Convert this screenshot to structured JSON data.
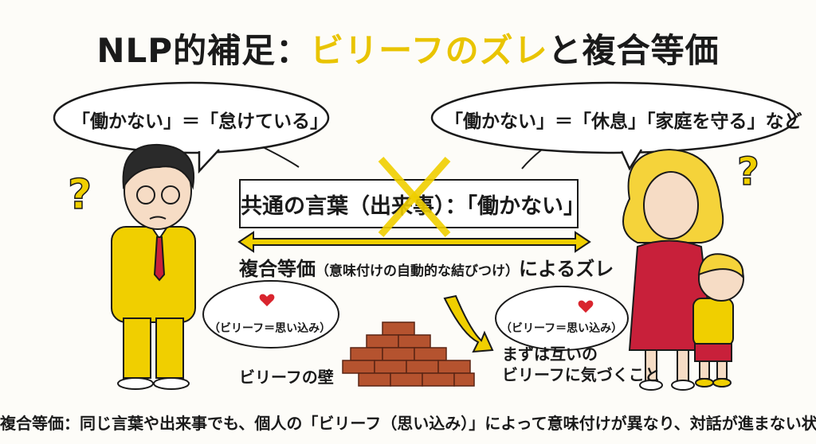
{
  "title": {
    "prefix": "NLP的補足：",
    "highlight": "ビリーフのズレ",
    "suffix": "と複合等価"
  },
  "left_speech": "「働かない」＝「怠けている」",
  "right_speech": "「働かない」＝「休息」「家庭を守る」など",
  "center_box": "共通の言葉（出来事）：「働かない」",
  "mismatch": {
    "main": "複合等価",
    "note": "（意味付けの自動的な結びつけ）",
    "tail": "によるズレ"
  },
  "left_thought": "（ビリーフ＝思い込み）",
  "right_thought": "（ビリーフ＝思い込み）",
  "wall_label": "ビリーフの壁",
  "advice": {
    "line1": "まずは互いの",
    "line2": "ビリーフに気づくこと"
  },
  "footer": "複合等価：同じ言葉や出来事でも、個人の「ビリーフ（思い込み）」によって意味付けが異なり、対話が進まない状態。",
  "colors": {
    "accent": "#f0cf00",
    "brick": "#b5532f",
    "dress": "#c8203a",
    "heart": "#d9252e"
  }
}
